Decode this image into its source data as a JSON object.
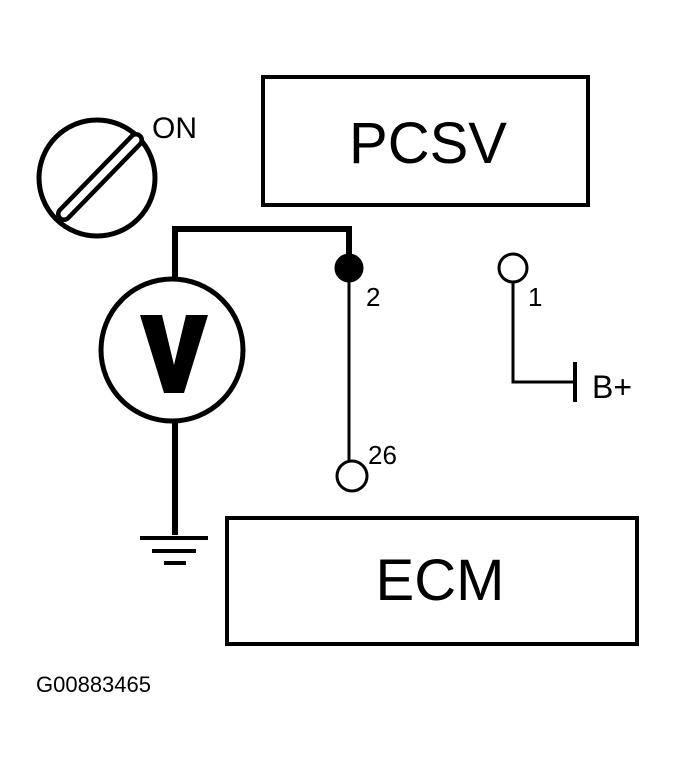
{
  "ignition": {
    "state": "ON"
  },
  "components": {
    "pcsv": "PCSV",
    "ecm": "ECM"
  },
  "terminals": {
    "t2": "2",
    "t26": "26",
    "t1": "1"
  },
  "supply": {
    "label": "B+"
  },
  "figure": {
    "id": "G00883465"
  },
  "icons": [
    "ignition-switch-icon",
    "voltmeter-icon",
    "ground-icon",
    "battery-terminal-icon"
  ]
}
